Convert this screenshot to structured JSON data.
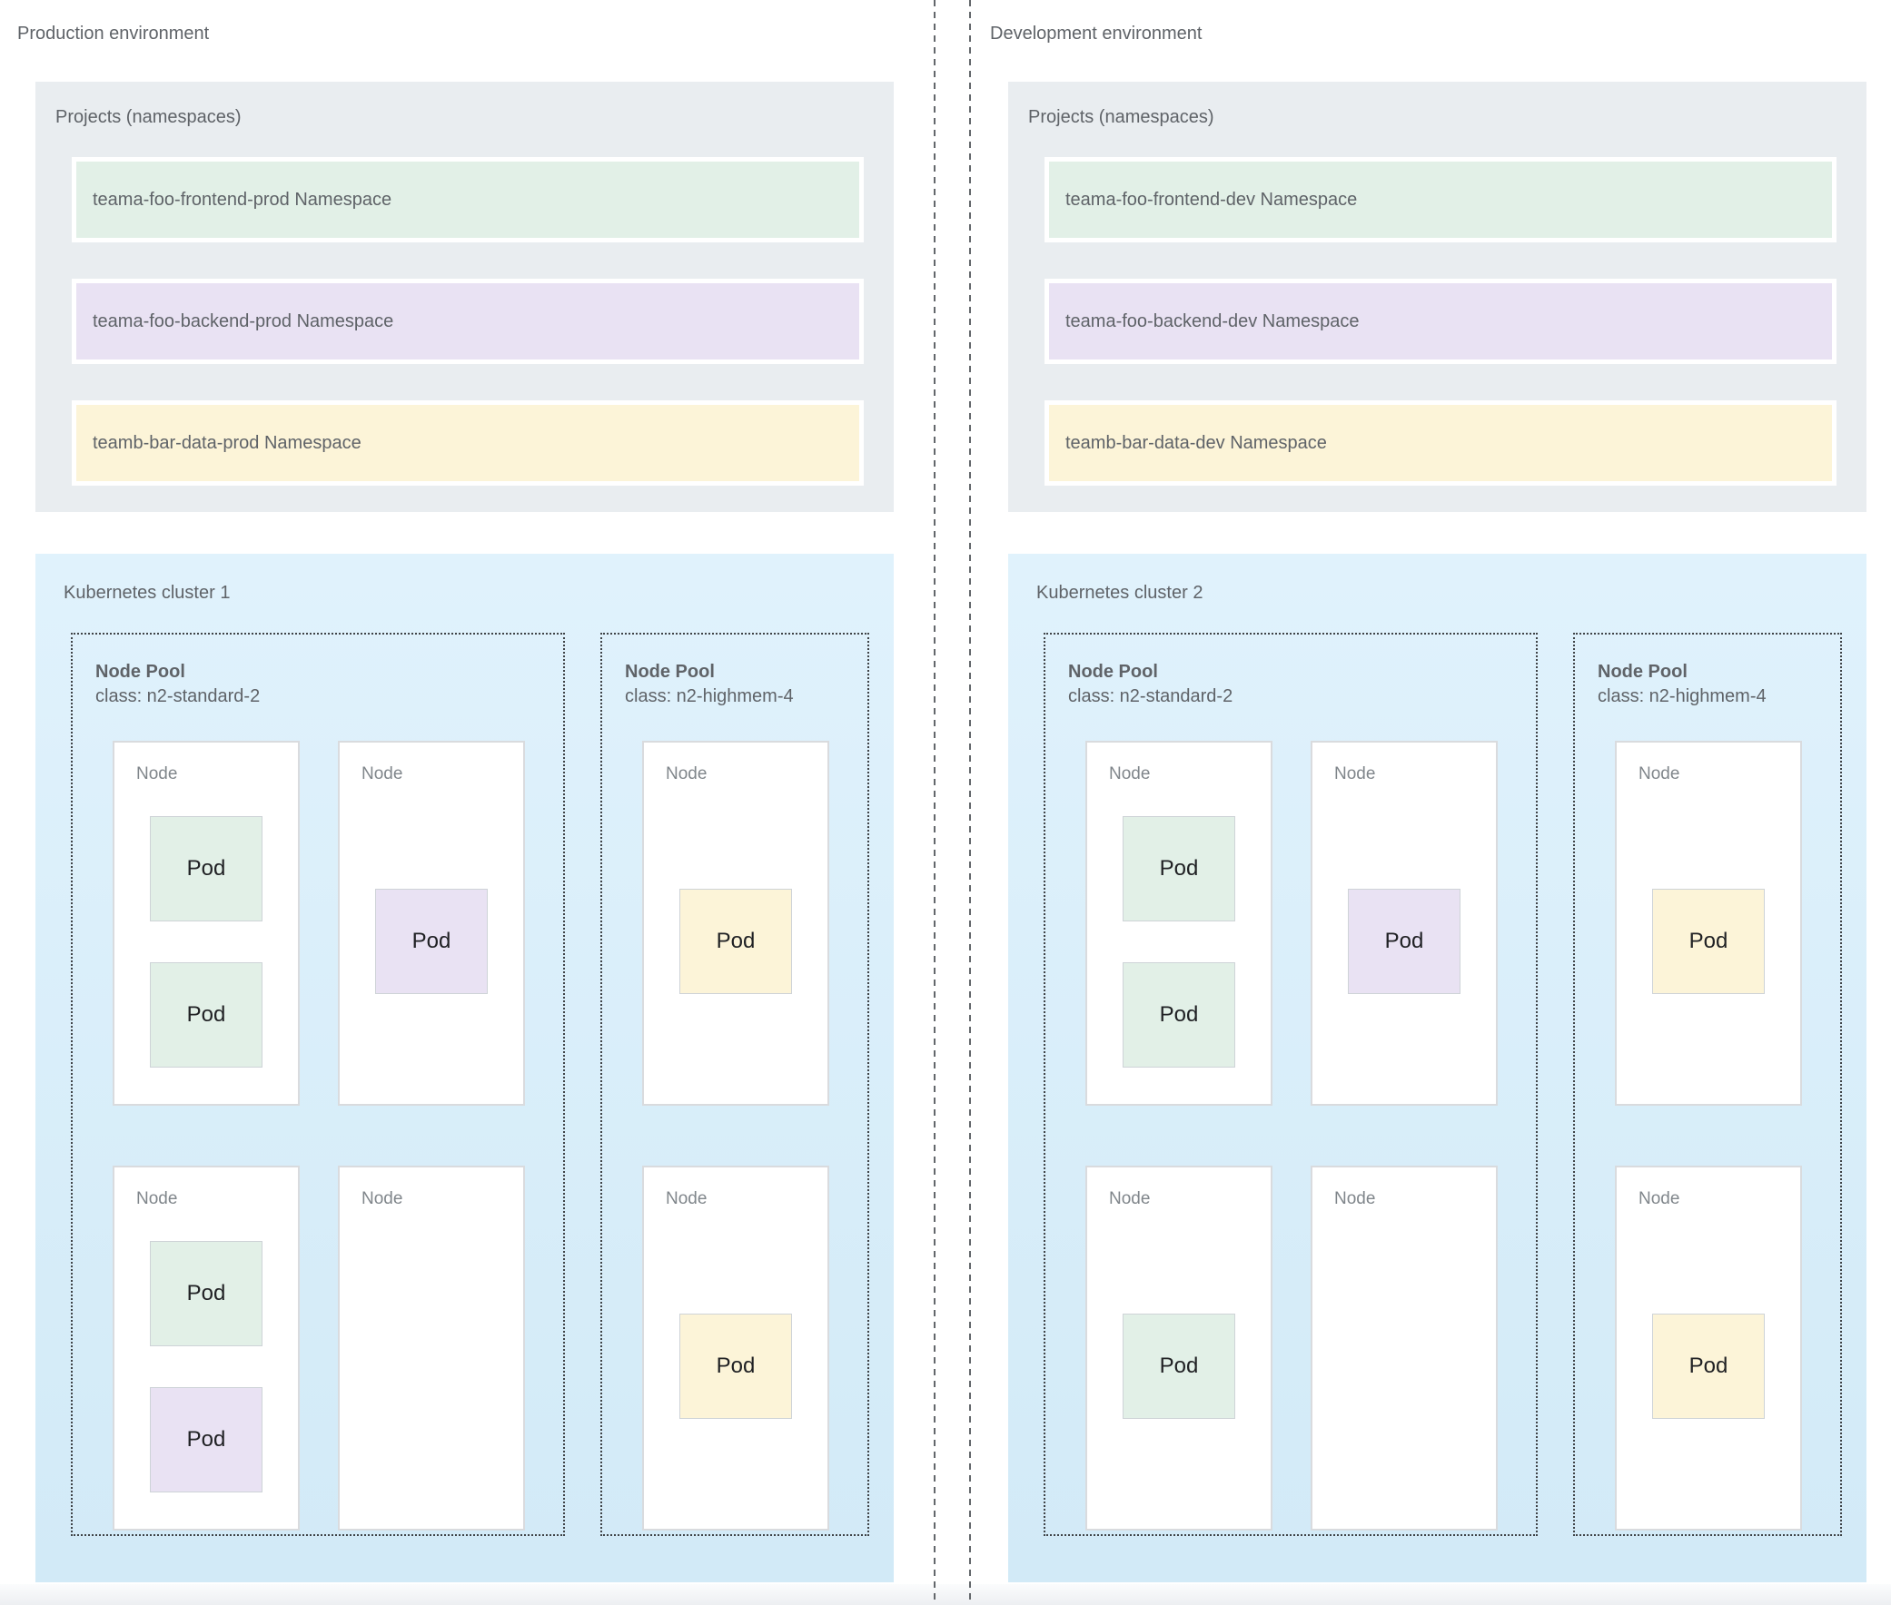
{
  "colors": {
    "panel_gray": "#e9edf0",
    "cluster_blue_top": "#e0f2fc",
    "cluster_blue_bottom": "#d2eaf7",
    "namespace_green": "#e2f0e7",
    "namespace_purple": "#e9e2f3",
    "namespace_yellow": "#fcf4d8",
    "pod_green": "#e2f0e7",
    "pod_purple": "#e9e2f3",
    "pod_yellow": "#fcf4d8",
    "text_gray": "#5f6368",
    "pod_text": "#202124"
  },
  "environments": [
    {
      "title": "Production environment",
      "projects": {
        "title": "Projects (namespaces)",
        "namespaces": [
          {
            "label": "teama-foo-frontend-prod Namespace",
            "color": "green"
          },
          {
            "label": "teama-foo-backend-prod Namespace",
            "color": "purple"
          },
          {
            "label": "teamb-bar-data-prod Namespace",
            "color": "yellow"
          }
        ]
      },
      "cluster": {
        "title": "Kubernetes cluster 1",
        "node_pools": [
          {
            "title": "Node Pool",
            "node_class": "class: n2-standard-2",
            "layout": "standard",
            "nodes": [
              {
                "label": "Node",
                "pods": [
                  {
                    "label": "Pod",
                    "color": "green"
                  },
                  {
                    "label": "Pod",
                    "color": "green"
                  }
                ]
              },
              {
                "label": "Node",
                "pods": [
                  {
                    "label": "Pod",
                    "color": "purple"
                  }
                ]
              },
              {
                "label": "Node",
                "pods": [
                  {
                    "label": "Pod",
                    "color": "green"
                  },
                  {
                    "label": "Pod",
                    "color": "purple"
                  }
                ]
              },
              {
                "label": "Node",
                "pods": []
              }
            ]
          },
          {
            "title": "Node Pool",
            "node_class": "class: n2-highmem-4",
            "layout": "highmem",
            "nodes": [
              {
                "label": "Node",
                "pods": [
                  {
                    "label": "Pod",
                    "color": "yellow"
                  }
                ]
              },
              {
                "label": "Node",
                "pods": [
                  {
                    "label": "Pod",
                    "color": "yellow"
                  }
                ]
              }
            ]
          }
        ]
      }
    },
    {
      "title": "Development environment",
      "projects": {
        "title": "Projects (namespaces)",
        "namespaces": [
          {
            "label": "teama-foo-frontend-dev Namespace",
            "color": "green"
          },
          {
            "label": "teama-foo-backend-dev Namespace",
            "color": "purple"
          },
          {
            "label": "teamb-bar-data-dev Namespace",
            "color": "yellow"
          }
        ]
      },
      "cluster": {
        "title": "Kubernetes cluster 2",
        "node_pools": [
          {
            "title": "Node Pool",
            "node_class": "class: n2-standard-2",
            "layout": "standard",
            "nodes": [
              {
                "label": "Node",
                "pods": [
                  {
                    "label": "Pod",
                    "color": "green"
                  },
                  {
                    "label": "Pod",
                    "color": "green"
                  }
                ]
              },
              {
                "label": "Node",
                "pods": [
                  {
                    "label": "Pod",
                    "color": "purple"
                  }
                ]
              },
              {
                "label": "Node",
                "pods": [
                  {
                    "label": "Pod",
                    "color": "green"
                  }
                ]
              },
              {
                "label": "Node",
                "pods": []
              }
            ]
          },
          {
            "title": "Node Pool",
            "node_class": "class: n2-highmem-4",
            "layout": "highmem",
            "nodes": [
              {
                "label": "Node",
                "pods": [
                  {
                    "label": "Pod",
                    "color": "yellow"
                  }
                ]
              },
              {
                "label": "Node",
                "pods": [
                  {
                    "label": "Pod",
                    "color": "yellow"
                  }
                ]
              }
            ]
          }
        ]
      }
    }
  ]
}
